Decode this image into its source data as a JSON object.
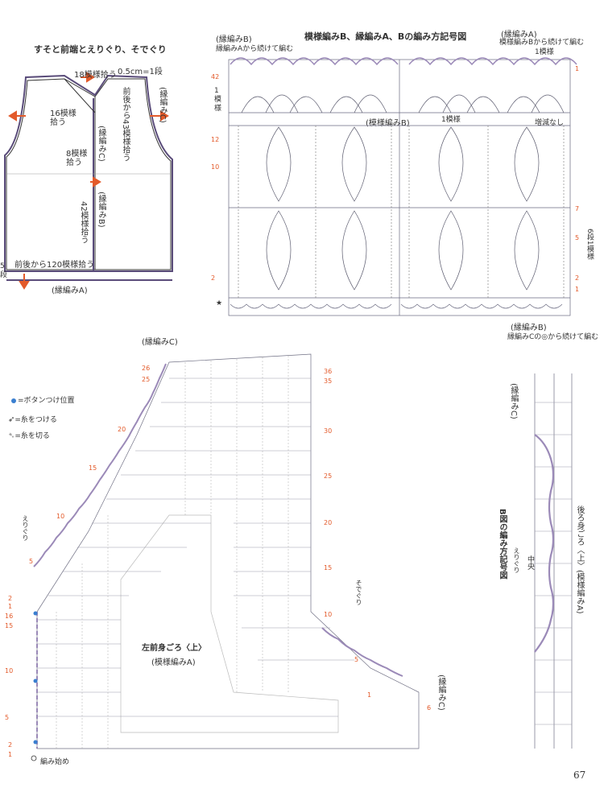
{
  "vest": {
    "title": "すそと前端とえりぐり、そでぐり",
    "top_count": "18模様拾う",
    "gauge": "0.5cm=1段",
    "side_count_front": "前後から43模様拾う",
    "neck_count": "16模様拾う",
    "mid_count": "8模様拾う",
    "front_count": "42模様拾う",
    "hem_count": "前後から120模様拾う",
    "edge_c_top": "(縁編みC)",
    "edge_c_mid": "(縁編みC)",
    "edge_b": "(縁編みB)",
    "edge_a": "(縁編みA)",
    "left_fragment": "5\n段"
  },
  "chart_top": {
    "title": "模様編みB、縁編みA、Bの編み方記号図",
    "edge_b_label": "(縁編みB)",
    "edge_b_note": "縁編みAから続けて編む",
    "edge_a_label": "(縁編みA)",
    "edge_a_note": "模様編みBから続けて編む",
    "one_pattern_top": "1模様",
    "pattern_b_label": "(模様編みB)",
    "one_pattern_mid": "1模様",
    "no_increase": "増減なし",
    "left_repeat": "1\n模\n様",
    "right_repeat": "6段1模様",
    "bottom_label": "(縁編みB)",
    "bottom_note": "縁編みCの◎から続けて編む",
    "star": "★",
    "row_left": [
      "42",
      "12",
      "10",
      "2"
    ],
    "row_right": [
      "7",
      "5",
      "2",
      "1"
    ],
    "row_right_top": "1"
  },
  "legend": {
    "button": "=ボタンつけ位置",
    "attach": "=糸をつける",
    "cut": "=糸を切る",
    "button_color": "#3a7fd0"
  },
  "front_chart": {
    "edge_c": "(縁編みC)",
    "title": "左前身ごろ〈上〉",
    "subtitle": "(模様編みA)",
    "start": "編み始め",
    "collar_label": "えりぐり",
    "armhole_label": "そでぐり",
    "edge_c_right": "(縁編みC)",
    "rows_left": [
      "26",
      "25",
      "20",
      "15",
      "10",
      "5",
      "2",
      "1",
      "16",
      "15",
      "10",
      "5",
      "2",
      "1"
    ],
    "rows_right": [
      "36",
      "35",
      "30",
      "25",
      "20",
      "15",
      "10",
      "5",
      "1",
      "6"
    ],
    "accent": "#e35a2a"
  },
  "back_chart": {
    "title": "B図の編み方記号図",
    "collar": "えりぐり",
    "center": "中央",
    "edge_c": "(縁編みC)",
    "back_label": "後ろ身ごろ〈上〉(模様編みA)"
  },
  "page": {
    "number": "67"
  }
}
